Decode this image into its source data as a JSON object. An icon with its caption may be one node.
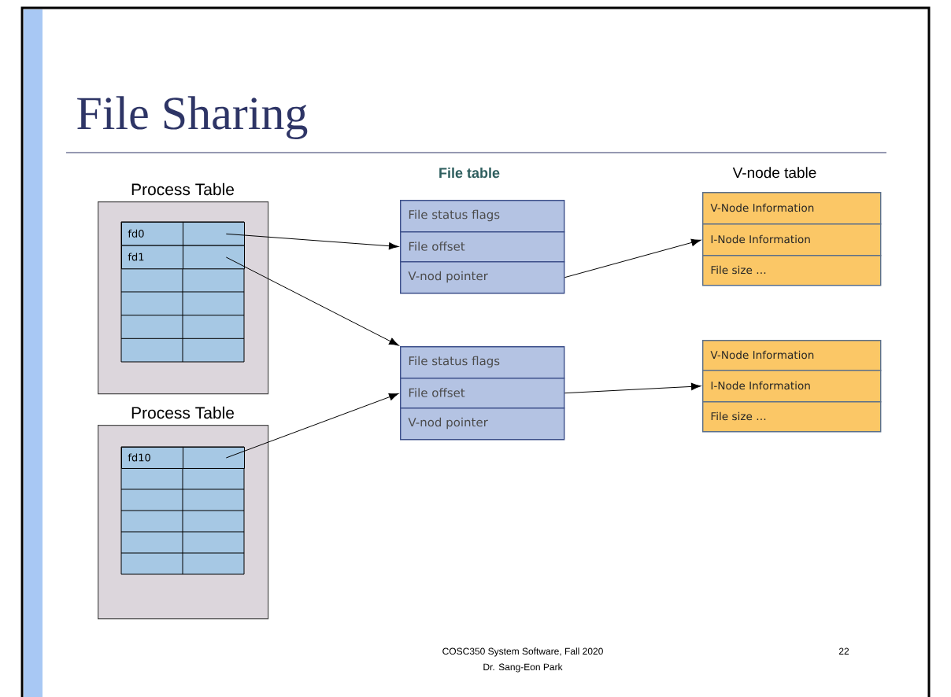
{
  "diagram": {
    "title": "File Sharing",
    "nodes": [
      {
        "text": [
          "Process Table"
        ]
      },
      {
        "text": [
          "fd0"
        ],
        "in": 0
      },
      {
        "text": [],
        "shape": "box",
        "in": 0
      },
      {
        "text": [
          "fd1"
        ],
        "in": 0
      },
      {
        "text": [],
        "shape": "box",
        "in": 0
      },
      {
        "text": [
          "Process Table"
        ]
      },
      {
        "text": [
          "fd10"
        ],
        "in": 5
      },
      {
        "text": [],
        "shape": "box",
        "in": 5
      },
      {
        "text": [
          "File status flags"
        ]
      },
      {
        "text": [
          "File offset"
        ]
      },
      {
        "text": [
          "V-nod pointer"
        ]
      },
      {
        "text": [
          "File status flags"
        ]
      },
      {
        "text": [
          "File offset"
        ]
      },
      {
        "text": [
          "V-nod pointer"
        ]
      },
      {
        "text": [
          "V-Node Information"
        ]
      },
      {
        "text": [
          "I-Node Information"
        ]
      },
      {
        "text": [
          "File size …"
        ]
      },
      {
        "text": [
          "V-Node Information"
        ]
      },
      {
        "text": [
          "I-Node Information"
        ]
      },
      {
        "text": [
          "File size …"
        ]
      }
    ],
    "edges": [
      {
        "from": 2,
        "to": 9,
        "arrow": "to"
      },
      {
        "from": 4,
        "to": 11,
        "arrow": "to"
      },
      {
        "from": 7,
        "to": 12,
        "arrow": "to"
      },
      {
        "from": 10,
        "to": 15,
        "arrow": "to"
      },
      {
        "from": 12,
        "to": 18,
        "arrow": "to"
      }
    ],
    "labels": [
      "File table",
      "V-node table",
      "COSC350 System Software, Fall 2020",
      "Dr. Sang-Eon Park",
      "22"
    ]
  }
}
